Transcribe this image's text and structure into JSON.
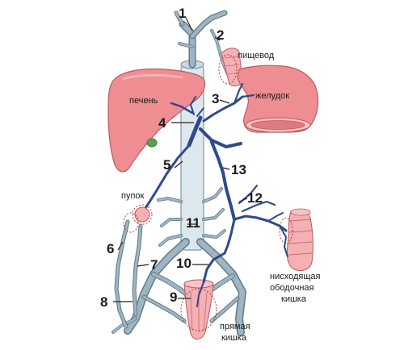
{
  "diagram": {
    "numbers": [
      "1",
      "2",
      "3",
      "4",
      "5",
      "6",
      "7",
      "8",
      "9",
      "10",
      "11",
      "12",
      "13"
    ],
    "labels": {
      "esophagus": "пищевод",
      "stomach": "желудок",
      "liver": "печень",
      "navel": "пупок",
      "descending_colon": [
        "нисходящая",
        "ободочная",
        "кишка"
      ],
      "rectum": [
        "прямая",
        "кишка"
      ]
    },
    "colors": {
      "portal_vein": "#2e4a8a",
      "systemic_vein": "#9fb6c2",
      "organ": "#ef8e92",
      "anastomosis": "#c0392b"
    }
  }
}
